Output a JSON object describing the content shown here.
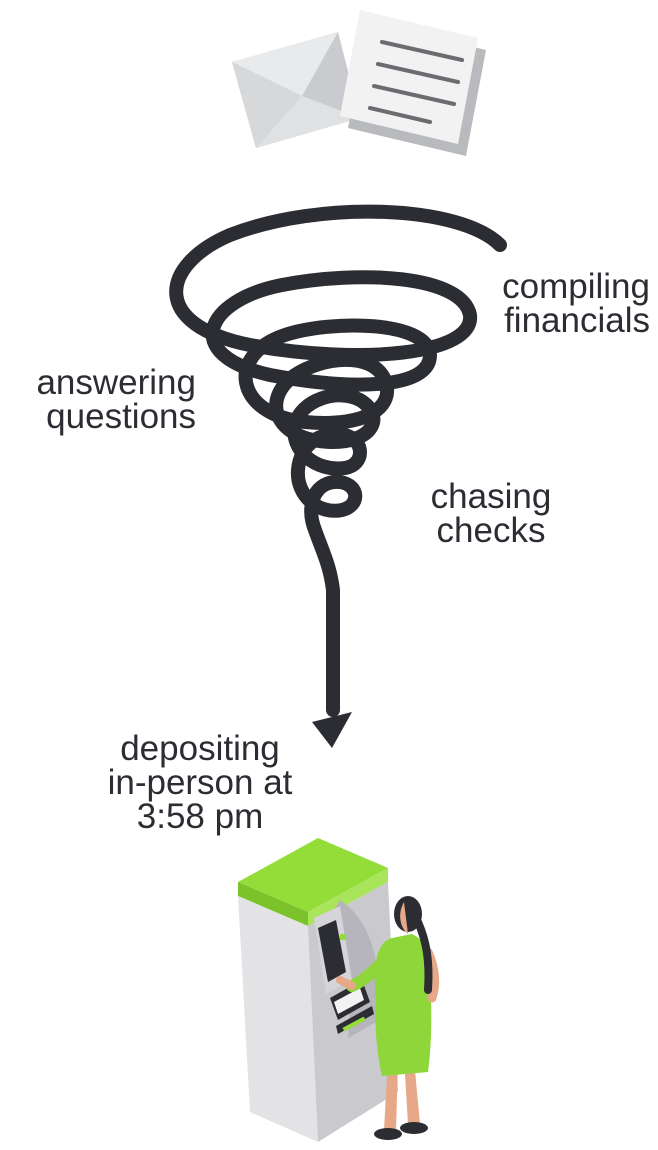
{
  "labels": {
    "compiling": [
      "compiling",
      "financials"
    ],
    "answering": [
      "answering",
      "questions"
    ],
    "chasing": [
      "chasing",
      "checks"
    ],
    "depositing": [
      "depositing",
      "in-person at",
      "3:58 pm"
    ]
  },
  "icons": {
    "top": "envelope-and-document-icon",
    "bottom": "person-at-atm-illustration"
  },
  "colors": {
    "spiral": "#2b2d33",
    "accent": "#8fd63a",
    "dress": "#8fd63a",
    "machine": "#d9d9de",
    "text": "#2b2d33"
  }
}
